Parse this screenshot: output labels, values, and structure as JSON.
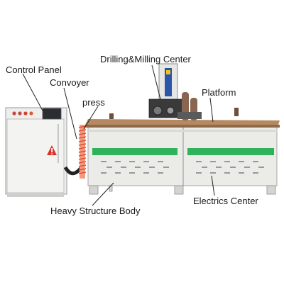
{
  "labels": {
    "control_panel": "Control Panel",
    "drilling_milling": "Drilling&Milling Center",
    "conveyor": "Convoyer",
    "press": "press",
    "platform": "Platform",
    "heavy_structure": "Heavy Structure Body",
    "electrics_center": "Electrics Center"
  },
  "colors": {
    "background": "#ffffff",
    "cabinet_body": "#ebebe8",
    "platform_top": "#b58a62",
    "green_stripe": "#2fb35a",
    "hose": "#e85a3a",
    "warning_triangle": "#d8342a",
    "leader_line": "#222222"
  },
  "icons": {
    "warning": "electrical-hazard-triangle-icon"
  }
}
